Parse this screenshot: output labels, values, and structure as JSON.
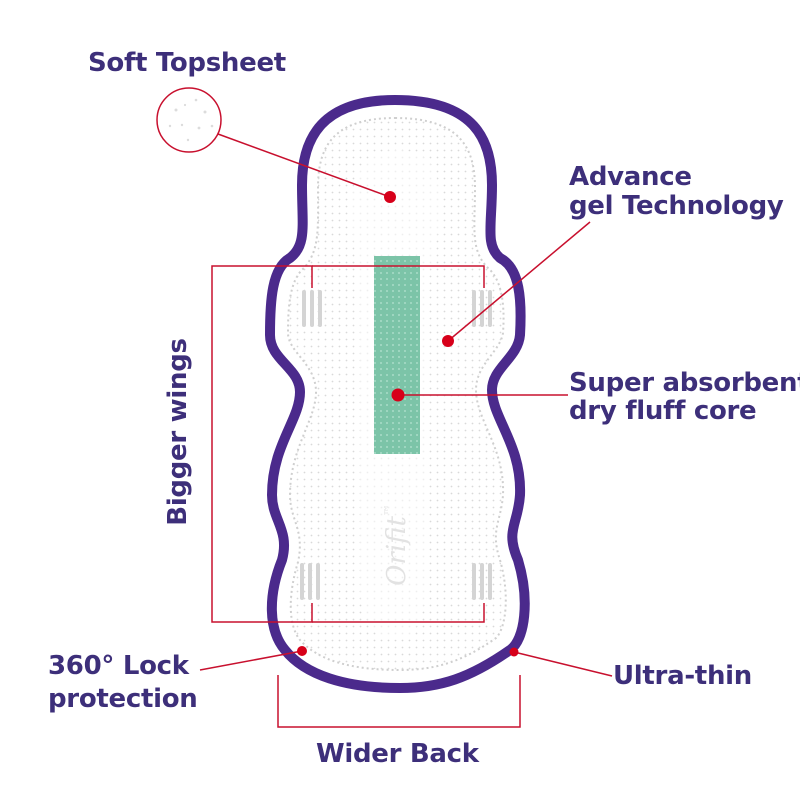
{
  "labels": {
    "soft_topsheet": "Soft Topsheet",
    "advance_gel_line1": "Advance",
    "advance_gel_line2": "gel Technology",
    "super_absorbent_line1": "Super absorbent",
    "super_absorbent_line2": "dry fluff core",
    "bigger_wings": "Bigger wings",
    "lock_line1": "360° Lock",
    "lock_line2": "protection",
    "ultra_thin": "Ultra-thin",
    "wider_back": "Wider Back"
  },
  "product": {
    "brand": "Orifit",
    "trademark": "™"
  },
  "colors": {
    "label_text": "#3d2f7a",
    "callout_red": "#c8102e",
    "pad_border": "#4b2a8c",
    "gel_core": "#7cc4a8"
  }
}
